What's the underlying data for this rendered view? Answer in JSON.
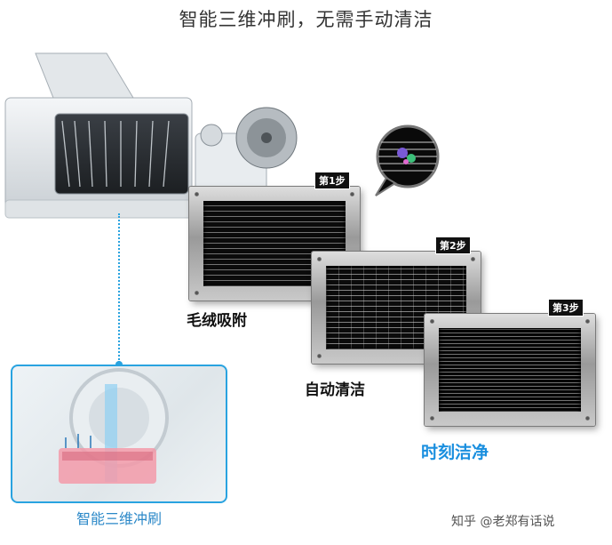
{
  "headline": "智能三维冲刷，无需手动清洁",
  "inset_caption": "智能三维冲刷",
  "steps": [
    {
      "tag": "第1步",
      "label": "毛绒吸附"
    },
    {
      "tag": "第2步",
      "label": "自动清洁"
    },
    {
      "tag": "第3步",
      "label": "时刻洁净"
    }
  ],
  "watermark": "知乎 @老郑有话说",
  "colors": {
    "accent_blue": "#29a3e0",
    "label_blue": "#1a8fdf"
  }
}
